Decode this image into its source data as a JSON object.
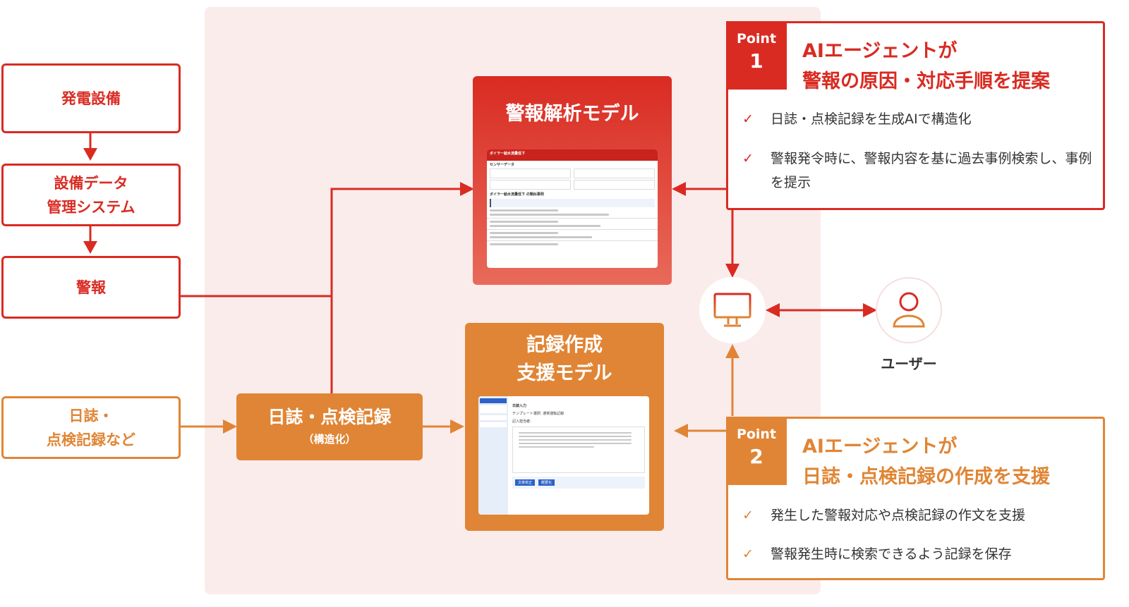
{
  "left_flow": {
    "power_equipment": "発電設備",
    "equipment_data_system": [
      "設備データ",
      "管理システム"
    ],
    "alarm": "警報",
    "logs_input": [
      "日誌・",
      "点検記録など"
    ]
  },
  "structured": {
    "title": "日誌・点検記録",
    "subtitle": "（構造化）"
  },
  "alarm_model": {
    "title": "警報解析モデル",
    "screenshot": {
      "header": "ボイラー給水流量低下",
      "section": "センサーデータ",
      "similar": "ボイラー給水流量低下 の類似事例"
    }
  },
  "record_model": {
    "title": [
      "記録作成",
      "支援モデル"
    ],
    "screenshot": {
      "heading": "日誌入力",
      "template_label": "テンプレート選択:",
      "template_value": "通常運転記録",
      "author_label": "記入担当者:",
      "btn_proofread": "文章校正",
      "btn_summarize": "概要化"
    }
  },
  "point1": {
    "badge_word": "Point",
    "badge_num": "1",
    "title": [
      "AIエージェントが",
      "警報の原因・対応手順を提案"
    ],
    "items": [
      "日誌・点検記録を生成AIで構造化",
      "警報発令時に、警報内容を基に過去事例検索し、事例を提示"
    ]
  },
  "point2": {
    "badge_word": "Point",
    "badge_num": "2",
    "title": [
      "AIエージェントが",
      "日誌・点検記録の作成を支援"
    ],
    "items": [
      "発生した警報対応や点検記録の作文を支援",
      "警報発生時に検索できるよう記録を保存"
    ]
  },
  "user": {
    "label": "ユーザー"
  },
  "icons": {
    "monitor": "monitor-icon",
    "user": "user-icon",
    "check": "check-icon"
  },
  "colors": {
    "red": "#d92b22",
    "orange": "#e08535",
    "panel": "#fbecec"
  }
}
